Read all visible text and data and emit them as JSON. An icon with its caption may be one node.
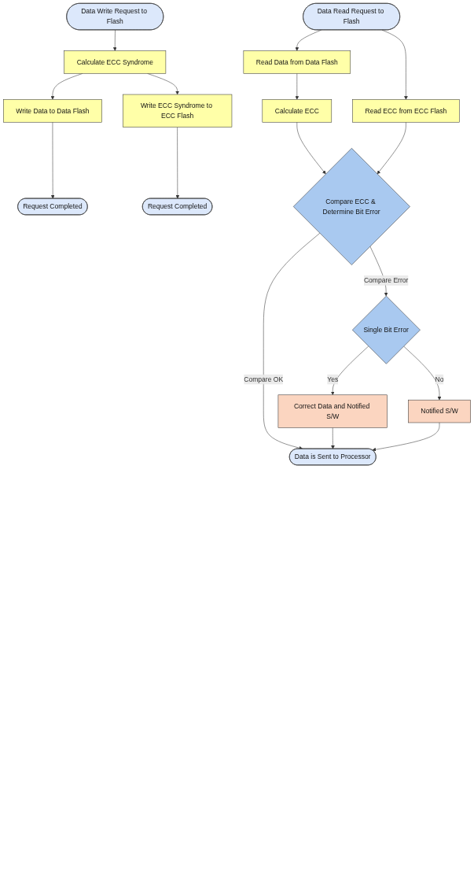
{
  "diagram": {
    "nodes": [
      {
        "text": [
          "Data Write Request to Flash"
        ]
      },
      {
        "text": [
          "Calculate ECC Syndrome"
        ]
      },
      {
        "text": [
          "Write Data to Data Flash"
        ]
      },
      {
        "text": [
          "Write ECC Syndrome to ECC Flash"
        ]
      },
      {
        "text": [
          "Request Completed"
        ]
      },
      {
        "text": [
          "Request Completed"
        ]
      },
      {
        "text": [
          "Data Read Request to Flash"
        ]
      },
      {
        "text": [
          "Read Data from Data Flash"
        ]
      },
      {
        "text": [
          "Read ECC from ECC Flash"
        ]
      },
      {
        "text": [
          "Calculate ECC"
        ]
      },
      {
        "text": [
          "Compare ECC & Determine Bit Error"
        ]
      },
      {
        "text": [
          "Single Bit Error"
        ]
      },
      {
        "text": [
          "Correct Data and Notified S/W"
        ]
      },
      {
        "text": [
          "Notified S/W"
        ]
      },
      {
        "text": [
          "Data is Sent to Processor"
        ]
      }
    ],
    "edges": [
      {
        "from": 0,
        "to": 1,
        "arrow": "to"
      },
      {
        "from": 1,
        "to": 2,
        "arrow": "to"
      },
      {
        "from": 1,
        "to": 3,
        "arrow": "to"
      },
      {
        "from": 2,
        "to": 4,
        "arrow": "to"
      },
      {
        "from": 3,
        "to": 5,
        "arrow": "to"
      },
      {
        "from": 6,
        "to": 7,
        "arrow": "to"
      },
      {
        "from": 6,
        "to": 8,
        "arrow": "to"
      },
      {
        "from": 7,
        "to": 9,
        "arrow": "to"
      },
      {
        "from": 9,
        "to": 10,
        "arrow": "to"
      },
      {
        "from": 8,
        "to": 10,
        "arrow": "to"
      },
      {
        "from": 10,
        "to": 11,
        "label": "Compare Error",
        "arrow": "to"
      },
      {
        "from": 10,
        "to": 14,
        "label": "Compare OK",
        "arrow": "to"
      },
      {
        "from": 11,
        "to": 12,
        "label": "Yes",
        "arrow": "to"
      },
      {
        "from": 11,
        "to": 13,
        "label": "No",
        "arrow": "to"
      },
      {
        "from": 12,
        "to": 14,
        "arrow": "to"
      },
      {
        "from": 13,
        "to": 14,
        "arrow": "to"
      }
    ]
  }
}
